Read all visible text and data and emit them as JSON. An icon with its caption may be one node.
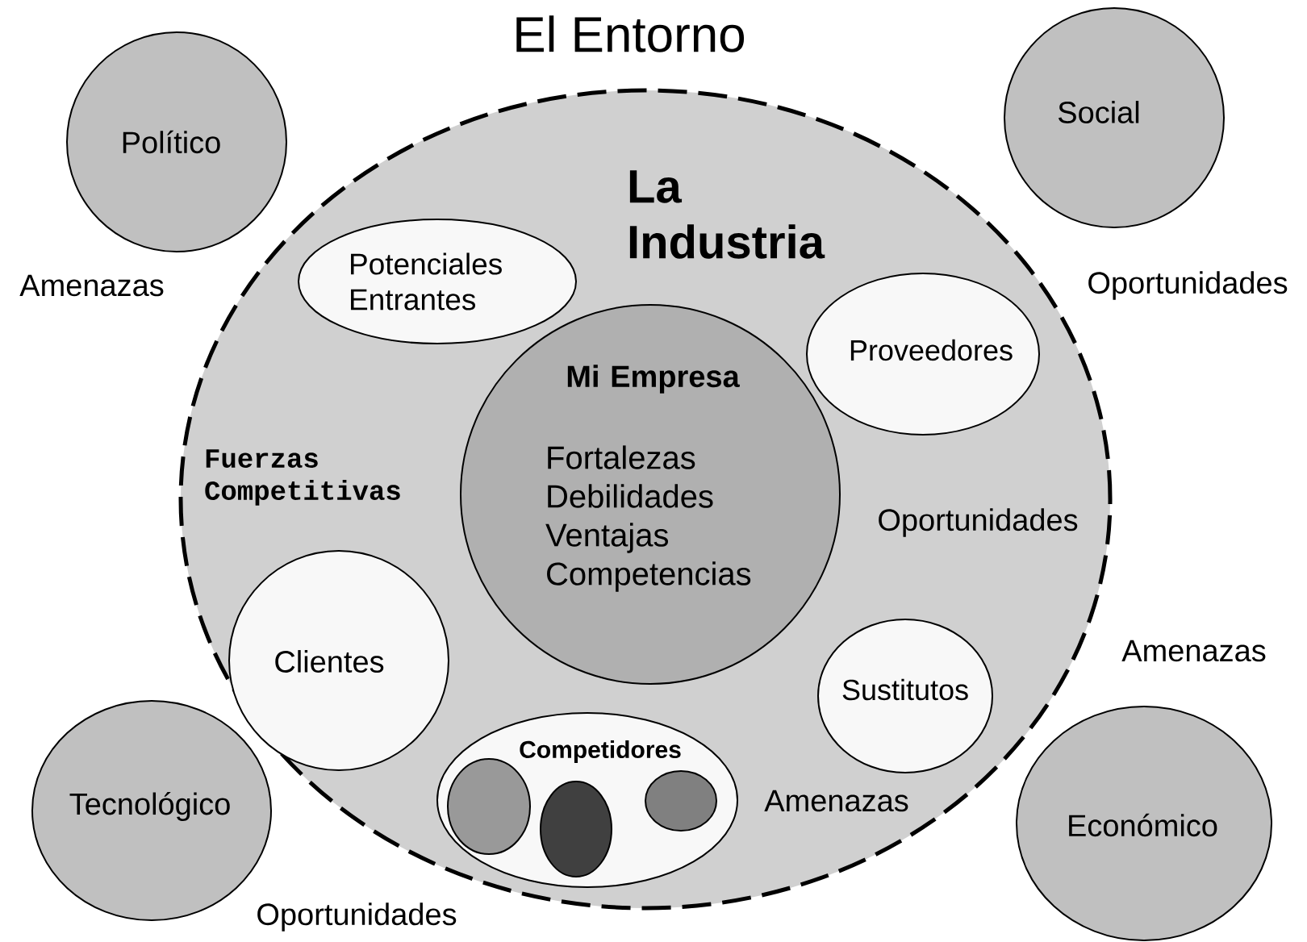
{
  "diagram": {
    "title": "El Entorno",
    "nodes": [
      {
        "text": [
          "La Industria"
        ]
      },
      {
        "text": [
          "Político"
        ]
      },
      {
        "text": [
          "Social"
        ]
      },
      {
        "text": [
          "Tecnológico"
        ]
      },
      {
        "text": [
          "Económico"
        ]
      },
      {
        "text": [
          "Potenciales Entrantes"
        ],
        "in": 0
      },
      {
        "text": [
          "Mi Empresa",
          "Fortalezas Debilidades Ventajas Competencias"
        ],
        "in": 0
      },
      {
        "text": [
          "Proveedores"
        ],
        "in": 0
      },
      {
        "text": [
          "Clientes"
        ],
        "in": 0
      },
      {
        "text": [
          "Sustitutos"
        ],
        "in": 0
      },
      {
        "text": [
          "Competidores"
        ],
        "in": 0
      },
      {
        "text": [],
        "shape": "ellipse",
        "in": 10
      },
      {
        "text": [],
        "shape": "ellipse",
        "in": 10
      },
      {
        "text": [],
        "shape": "ellipse",
        "in": 10
      }
    ],
    "edges": [],
    "labels": [
      "Amenazas",
      "Oportunidades",
      "Fuerzas Competitivas",
      "Oportunidades",
      "Amenazas",
      "Amenazas",
      "Oportunidades"
    ]
  }
}
